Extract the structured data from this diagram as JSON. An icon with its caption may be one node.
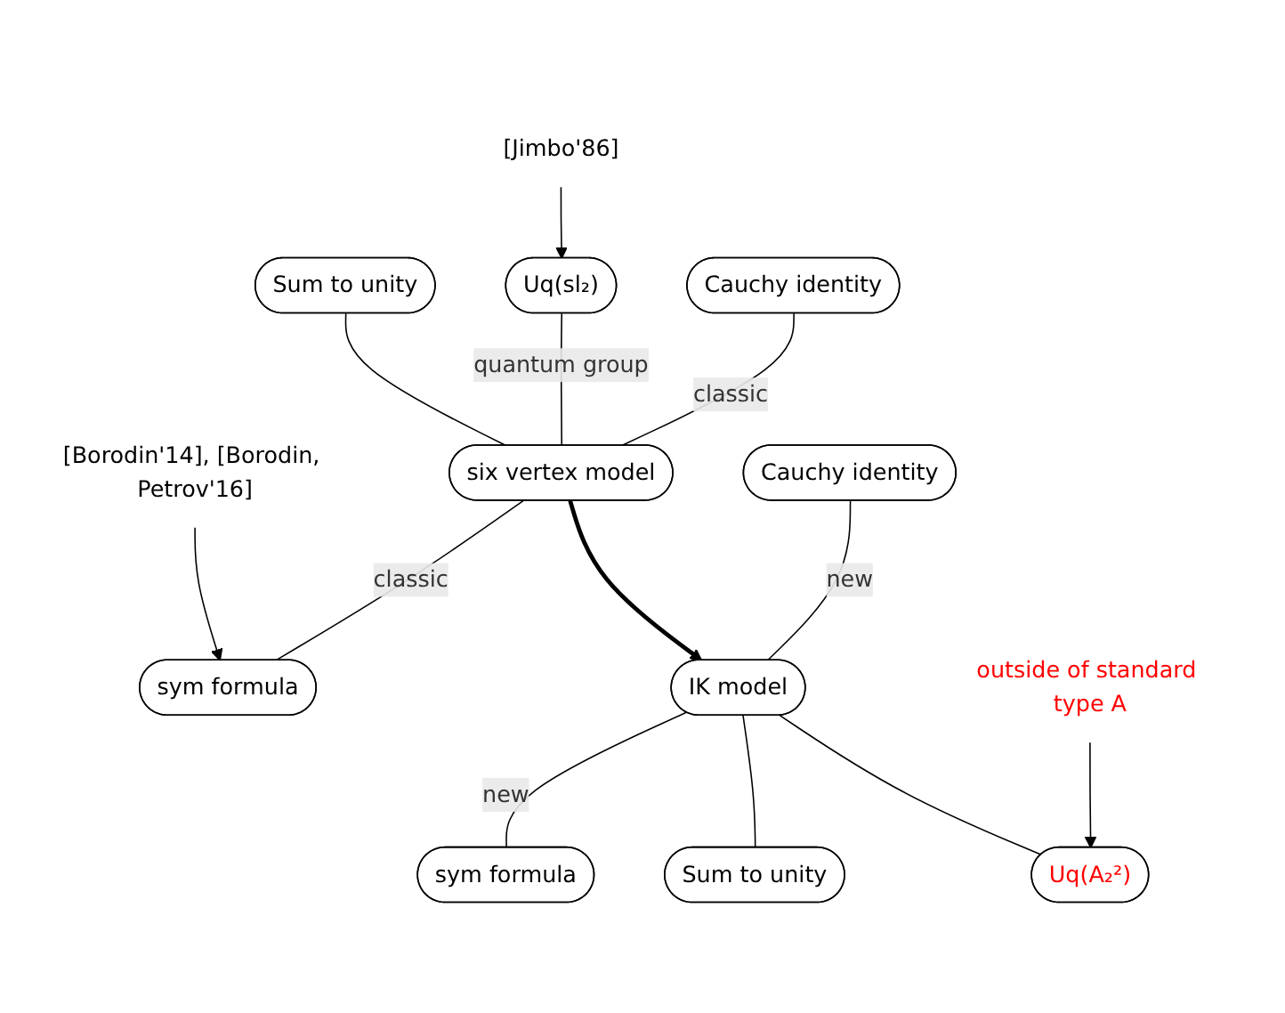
{
  "diagram": {
    "nodes": [
      {
        "text": [
          "Sum to unity"
        ]
      },
      {
        "text": [
          "Uq(sl₂)"
        ]
      },
      {
        "text": [
          "[Jimbo'86]"
        ]
      },
      {
        "text": [
          "[Borodin'14], [Borodin, Petrov'16]"
        ]
      },
      {
        "text": [
          "Cauchy identity"
        ]
      },
      {
        "text": [
          "six vertex model"
        ]
      },
      {
        "text": [
          "sym formula"
        ]
      },
      {
        "text": [
          "Cauchy identity"
        ]
      },
      {
        "text": [
          "IK model"
        ]
      },
      {
        "text": [
          "sym formula"
        ]
      },
      {
        "text": [
          "outside of standard type A"
        ]
      },
      {
        "text": [
          "Sum to unity"
        ]
      },
      {
        "text": [
          "Uq(A₂²)"
        ]
      }
    ],
    "edges": [
      {
        "from": 0,
        "to": 5,
        "arrow": "none"
      },
      {
        "from": 1,
        "to": 5,
        "arrow": "none",
        "label": "quantum group"
      },
      {
        "from": 2,
        "to": 1,
        "arrow": "to"
      },
      {
        "from": 3,
        "to": 6,
        "arrow": "to"
      },
      {
        "from": 4,
        "to": 5,
        "arrow": "none",
        "label": "classic"
      },
      {
        "from": 5,
        "to": 6,
        "arrow": "none",
        "label": "classic"
      },
      {
        "from": 5,
        "to": 8,
        "arrow": "to",
        "style": "thick"
      },
      {
        "from": 7,
        "to": 8,
        "arrow": "none",
        "label": "new"
      },
      {
        "from": 8,
        "to": 9,
        "arrow": "none",
        "label": "new"
      },
      {
        "from": 10,
        "to": 12,
        "arrow": "to"
      },
      {
        "from": 8,
        "to": 11,
        "arrow": "none"
      },
      {
        "from": 8,
        "to": 12,
        "arrow": "none"
      }
    ]
  }
}
